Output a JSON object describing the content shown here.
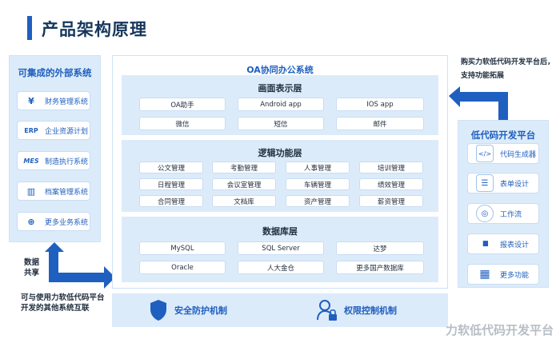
{
  "title": "产品架构原理",
  "left_panel": {
    "title": "可集成的外部系统",
    "items": [
      {
        "icon": "¥",
        "label": "财务管理系统"
      },
      {
        "icon": "ERP",
        "label": "企业资源计划"
      },
      {
        "icon": "MES",
        "label": "制造执行系统"
      },
      {
        "icon": "▥",
        "label": "档案管理系统"
      },
      {
        "icon": "⊕",
        "label": "更多业务系统"
      }
    ]
  },
  "center": {
    "title": "OA协同办公系统",
    "presentation": {
      "title": "画面表示层",
      "cells": [
        "OA助手",
        "Android app",
        "IOS app",
        "微信",
        "短信",
        "邮件"
      ]
    },
    "logic": {
      "title": "逻辑功能层",
      "cells": [
        "公文管理",
        "考勤管理",
        "人事管理",
        "培训管理",
        "日程管理",
        "会议室管理",
        "车辆管理",
        "绩效管理",
        "合同管理",
        "文档库",
        "资产管理",
        "薪资管理"
      ]
    },
    "database": {
      "title": "数据库层",
      "cells": [
        "MySQL",
        "SQL Server",
        "达梦",
        "Oracle",
        "人大金仓",
        "更多国产数据库"
      ]
    }
  },
  "bottom": {
    "security": "安全防护机制",
    "permission": "权限控制机制"
  },
  "right_panel": {
    "title": "低代码开发平台",
    "items": [
      {
        "icon": "</>",
        "label": "代码生成器"
      },
      {
        "icon": "☰",
        "label": "表单设计"
      },
      {
        "icon": "◎",
        "label": "工作流"
      },
      {
        "icon": "▮▮",
        "label": "报表设计"
      },
      {
        "icon": "▦",
        "label": "更多功能"
      }
    ]
  },
  "notes": {
    "top_right_1": "购买力软低代码开发平台后，",
    "top_right_2": "支持功能拓展",
    "data_share_1": "数据",
    "data_share_2": "共享",
    "bottom_left_1": "可与使用力软低代码平台",
    "bottom_left_2": "开发的其他系统互联"
  },
  "watermark": "力软低代码开发平台",
  "colors": {
    "accent": "#1f5fbf",
    "panel": "#dcebfa"
  }
}
